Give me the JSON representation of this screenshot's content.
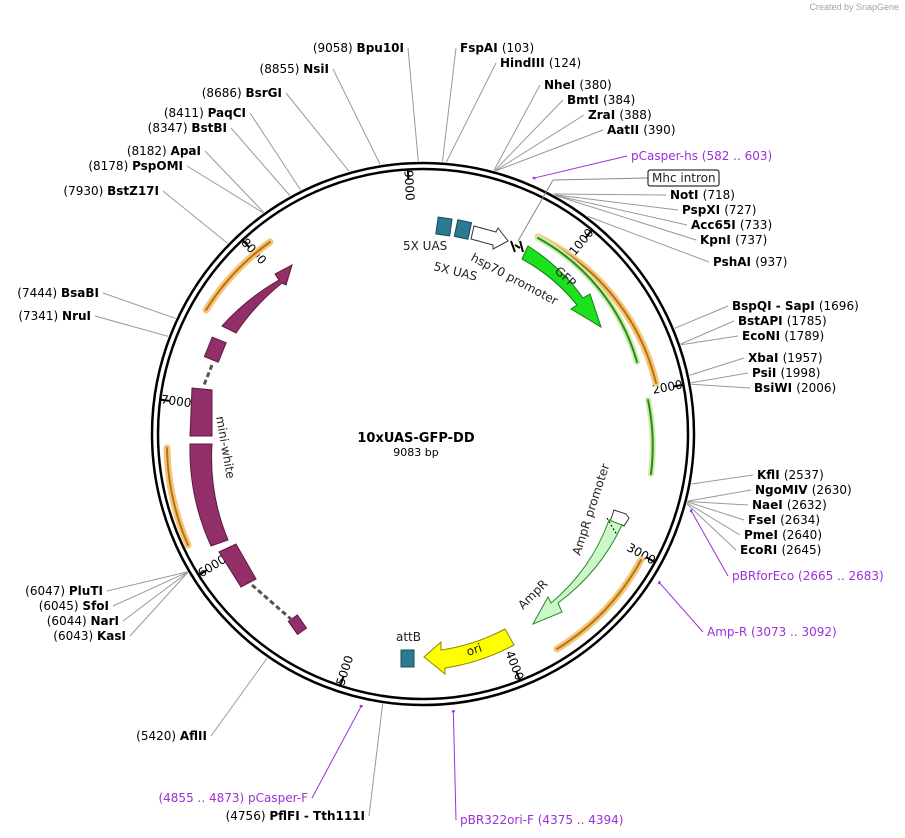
{
  "credit": "Created by SnapGene",
  "plasmid": {
    "name": "10xUAS-GFP-DD",
    "length": 9083,
    "length_label": "9083 bp"
  },
  "ticks": [
    {
      "pos": 1000,
      "label": "1000"
    },
    {
      "pos": 2000,
      "label": "2000"
    },
    {
      "pos": 3000,
      "label": "3000"
    },
    {
      "pos": 4000,
      "label": "4000"
    },
    {
      "pos": 5000,
      "label": "5000"
    },
    {
      "pos": 6000,
      "label": "6000"
    },
    {
      "pos": 7000,
      "label": "7000"
    },
    {
      "pos": 8000,
      "label": "8000"
    },
    {
      "pos": 9000,
      "label": "9000"
    }
  ],
  "enzymes": [
    {
      "name": "FspAI",
      "pos": 103,
      "label": "(103)",
      "side": "right"
    },
    {
      "name": "HindIII",
      "pos": 124,
      "label": "(124)",
      "side": "right"
    },
    {
      "name": "NheI",
      "pos": 380,
      "label": "(380)",
      "side": "right"
    },
    {
      "name": "BmtI",
      "pos": 384,
      "label": "(384)",
      "side": "right"
    },
    {
      "name": "ZraI",
      "pos": 388,
      "label": "(388)",
      "side": "right"
    },
    {
      "name": "AatII",
      "pos": 390,
      "label": "(390)",
      "side": "right"
    },
    {
      "name": "NotI",
      "pos": 718,
      "label": "(718)",
      "side": "right"
    },
    {
      "name": "PspXI",
      "pos": 727,
      "label": "(727)",
      "side": "right"
    },
    {
      "name": "Acc65I",
      "pos": 733,
      "label": "(733)",
      "side": "right"
    },
    {
      "name": "KpnI",
      "pos": 737,
      "label": "(737)",
      "side": "right"
    },
    {
      "name": "PshAI",
      "pos": 937,
      "label": "(937)",
      "side": "right"
    },
    {
      "name": "BspQI  - SapI",
      "pos": 1696,
      "label": "(1696)",
      "side": "right"
    },
    {
      "name": "BstAPI",
      "pos": 1785,
      "label": "(1785)",
      "side": "right"
    },
    {
      "name": "EcoNI",
      "pos": 1789,
      "label": "(1789)",
      "side": "right"
    },
    {
      "name": "XbaI",
      "pos": 1957,
      "label": "(1957)",
      "side": "right"
    },
    {
      "name": "PsiI",
      "pos": 1998,
      "label": "(1998)",
      "side": "right"
    },
    {
      "name": "BsiWI",
      "pos": 2006,
      "label": "(2006)",
      "side": "right"
    },
    {
      "name": "KflI",
      "pos": 2537,
      "label": "(2537)",
      "side": "right"
    },
    {
      "name": "NgoMIV",
      "pos": 2630,
      "label": "(2630)",
      "side": "right"
    },
    {
      "name": "NaeI",
      "pos": 2632,
      "label": "(2632)",
      "side": "right"
    },
    {
      "name": "FseI",
      "pos": 2634,
      "label": "(2634)",
      "side": "right"
    },
    {
      "name": "PmeI",
      "pos": 2640,
      "label": "(2640)",
      "side": "right"
    },
    {
      "name": "EcoRI",
      "pos": 2645,
      "label": "(2645)",
      "side": "right"
    },
    {
      "name": "PflFI  - Tth111I",
      "pos": 4756,
      "label": "(4756)",
      "side": "left"
    },
    {
      "name": "AflII",
      "pos": 5420,
      "label": "(5420)",
      "side": "left"
    },
    {
      "name": "KasI",
      "pos": 6043,
      "label": "(6043)",
      "side": "left"
    },
    {
      "name": "NarI",
      "pos": 6044,
      "label": "(6044)",
      "side": "left"
    },
    {
      "name": "SfoI",
      "pos": 6045,
      "label": "(6045)",
      "side": "left"
    },
    {
      "name": "PluTI",
      "pos": 6047,
      "label": "(6047)",
      "side": "left"
    },
    {
      "name": "NruI",
      "pos": 7341,
      "label": "(7341)",
      "side": "left"
    },
    {
      "name": "BsaBI",
      "pos": 7444,
      "label": "(7444)",
      "side": "left"
    },
    {
      "name": "BstZ17I",
      "pos": 7930,
      "label": "(7930)",
      "side": "left"
    },
    {
      "name": "PspOMI",
      "pos": 8178,
      "label": "(8178)",
      "side": "left"
    },
    {
      "name": "ApaI",
      "pos": 8182,
      "label": "(8182)",
      "side": "left"
    },
    {
      "name": "BstBI",
      "pos": 8347,
      "label": "(8347)",
      "side": "left"
    },
    {
      "name": "PaqCI",
      "pos": 8411,
      "label": "(8411)",
      "side": "left"
    },
    {
      "name": "BsrGI",
      "pos": 8686,
      "label": "(8686)",
      "side": "left"
    },
    {
      "name": "NsiI",
      "pos": 8855,
      "label": "(8855)",
      "side": "left"
    },
    {
      "name": "Bpu10I",
      "pos": 9058,
      "label": "(9058)",
      "side": "left"
    }
  ],
  "primers": [
    {
      "name": "pCasper-hs",
      "range": "(582 .. 603)",
      "pos": 592,
      "side": "right"
    },
    {
      "name": "pBRforEco",
      "range": "(2665 .. 2683)",
      "pos": 2674,
      "side": "right"
    },
    {
      "name": "Amp-R",
      "range": "(3073 .. 3092)",
      "pos": 3082,
      "side": "right"
    },
    {
      "name": "pBR322ori-F",
      "range": "(4375 .. 4394)",
      "pos": 4384,
      "side": "left"
    },
    {
      "name": "pCasper-F",
      "range": "(4855 .. 4873)",
      "pos": 4864,
      "side": "left"
    }
  ],
  "features": [
    {
      "name": "5X UAS",
      "type": "box",
      "start": 130,
      "end": 210,
      "color": "#2a7a91"
    },
    {
      "name": "5X UAS",
      "type": "box",
      "start": 240,
      "end": 320,
      "color": "#2a7a91"
    },
    {
      "name": "hsp70 promoter",
      "type": "arrow",
      "start": 330,
      "end": 560,
      "color": "#ffffff"
    },
    {
      "name": "GFP",
      "type": "arrow",
      "start": 700,
      "end": 1420,
      "color": "#1ee11e"
    },
    {
      "name": "AmpR promoter",
      "type": "arrow",
      "start": 3260,
      "end": 3155,
      "color": "#ffffff"
    },
    {
      "name": "AmpR",
      "type": "arrow",
      "start": 3310,
      "end": 3920,
      "color": "#ccf7c8"
    },
    {
      "name": "ori",
      "type": "arrow",
      "start": 4090,
      "end": 4680,
      "color": "#ffff00"
    },
    {
      "name": "attB",
      "type": "box",
      "start": 4880,
      "end": 4960,
      "color": "#2a7a91"
    },
    {
      "name": "mini-white",
      "type": "label",
      "start": 6500,
      "end": 7400,
      "color": "#922f68"
    }
  ],
  "introns": [
    {
      "name": "Mhc intron",
      "pos": 700
    }
  ]
}
